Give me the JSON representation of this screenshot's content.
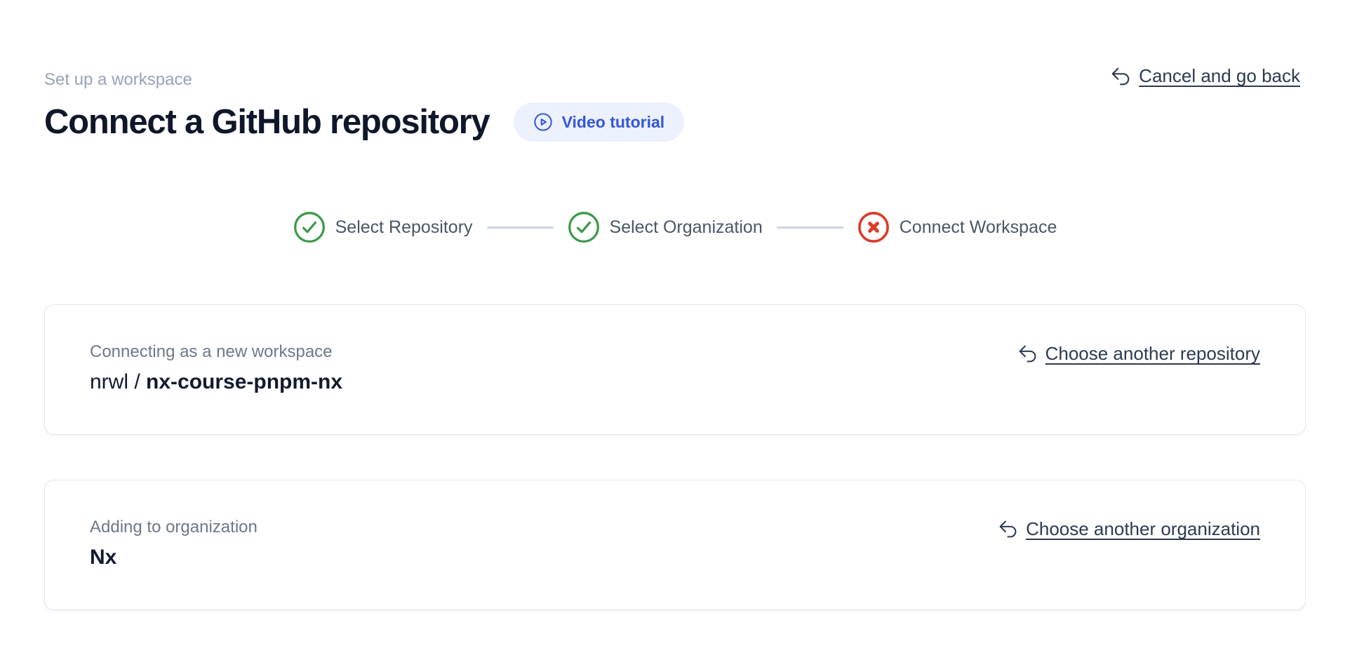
{
  "header": {
    "eyebrow": "Set up a workspace",
    "title": "Connect a GitHub repository",
    "video_button": {
      "label": "Video tutorial",
      "icon": "play-circle-icon"
    },
    "cancel_link": {
      "label": "Cancel and go back",
      "icon": "undo-arrow-icon"
    }
  },
  "stepper": {
    "steps": [
      {
        "label": "Select Repository",
        "status": "complete",
        "icon": "check-circle-icon"
      },
      {
        "label": "Select Organization",
        "status": "complete",
        "icon": "check-circle-icon"
      },
      {
        "label": "Connect Workspace",
        "status": "error",
        "icon": "x-circle-icon"
      }
    ]
  },
  "cards": [
    {
      "label": "Connecting as a new workspace",
      "value_prefix": "nrwl / ",
      "value": "nx-course-pnpm-nx",
      "action": {
        "label": "Choose another repository",
        "icon": "undo-arrow-icon"
      }
    },
    {
      "label": "Adding to organization",
      "value_prefix": "",
      "value": "Nx",
      "action": {
        "label": "Choose another organization",
        "icon": "undo-arrow-icon"
      }
    }
  ],
  "colors": {
    "accent_blue": "#3356dc",
    "pill_background": "#edf1fd",
    "success_green": "#3d9a4a",
    "error_red": "#dc3b28",
    "link_dark": "#2d3a50",
    "heading_dark": "#10172a",
    "eyebrow_gray": "#99a2b3",
    "card_label_gray": "#6e7888",
    "step_label": "#4b5567",
    "connector_gray": "#ccd3e4",
    "card_border": "#e5e7f1"
  }
}
